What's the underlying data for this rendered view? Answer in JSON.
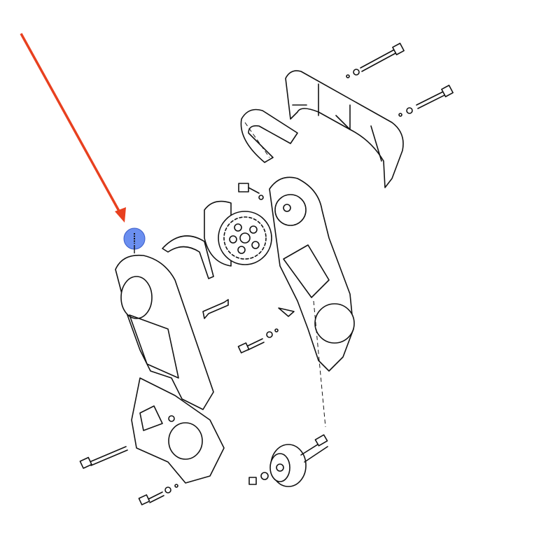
{
  "diagram": {
    "type": "exploded-parts-diagram",
    "parts": [
      "upper-belt-cover",
      "timing-belt",
      "camshaft-sprocket",
      "rear-cover",
      "lower-front-cover",
      "belt-tensioner",
      "bolts",
      "washers",
      "highlighted-bolt"
    ]
  },
  "colors": {
    "arrow": "#e8401f",
    "highlight_marker": "#6b8ff0",
    "line_art": "#111111"
  }
}
